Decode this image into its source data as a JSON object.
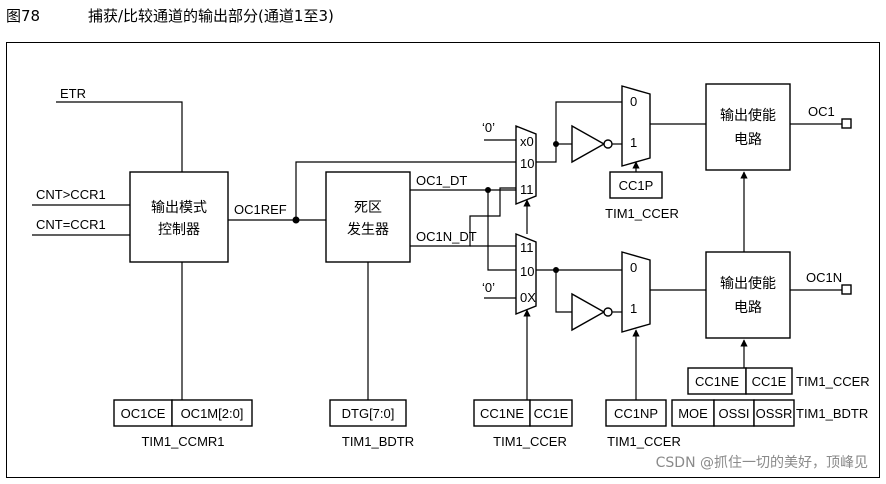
{
  "header": {
    "figure_number": "图78",
    "caption": "捕获/比较通道的输出部分(通道1至3)"
  },
  "diagram": {
    "inputs": {
      "etr": "ETR",
      "cnt_gt": "CNT>CCR1",
      "cnt_eq": "CNT=CCR1"
    },
    "blocks": {
      "mode_controller": [
        "输出模式",
        "控制器"
      ],
      "deadtime_gen": [
        "死区",
        "发生器"
      ],
      "enable_top": [
        "输出使能",
        "电路"
      ],
      "enable_bottom": [
        "输出使能",
        "电路"
      ]
    },
    "signals": {
      "oc1ref": "OC1REF",
      "oc1_dt": "OC1_DT",
      "oc1n_dt": "OC1N_DT",
      "zero_top": "‘0’",
      "zero_bottom": "‘0’",
      "oc1": "OC1",
      "oc1n": "OC1N"
    },
    "mux_main_ports": [
      "x0",
      "10",
      "11"
    ],
    "mux_n_ports": [
      "11",
      "10",
      "0X"
    ],
    "polarity_mux_ports": [
      "0",
      "1"
    ],
    "registers": {
      "ccmr": {
        "fields": [
          "OC1CE",
          "OC1M[2:0]"
        ],
        "name": "TIM1_CCMR1"
      },
      "bdtr_dtg": {
        "fields": [
          "DTG[7:0]"
        ],
        "name": "TIM1_BDTR"
      },
      "ccer_mux": {
        "fields": [
          "CC1NE",
          "CC1E"
        ],
        "name": "TIM1_CCER"
      },
      "ccer_p": {
        "fields": [
          "CC1P"
        ],
        "name": "TIM1_CCER"
      },
      "ccer_np": {
        "fields": [
          "CC1NP"
        ],
        "name": "TIM1_CCER"
      },
      "ccer_enable": {
        "fields": [
          "CC1NE",
          "CC1E"
        ],
        "name": "TIM1_CCER"
      },
      "bdtr_enable": {
        "fields": [
          "MOE",
          "OSSI",
          "OSSR"
        ],
        "name": "TIM1_BDTR"
      }
    }
  },
  "watermark": "CSDN @抓住一切的美好，顶峰见"
}
